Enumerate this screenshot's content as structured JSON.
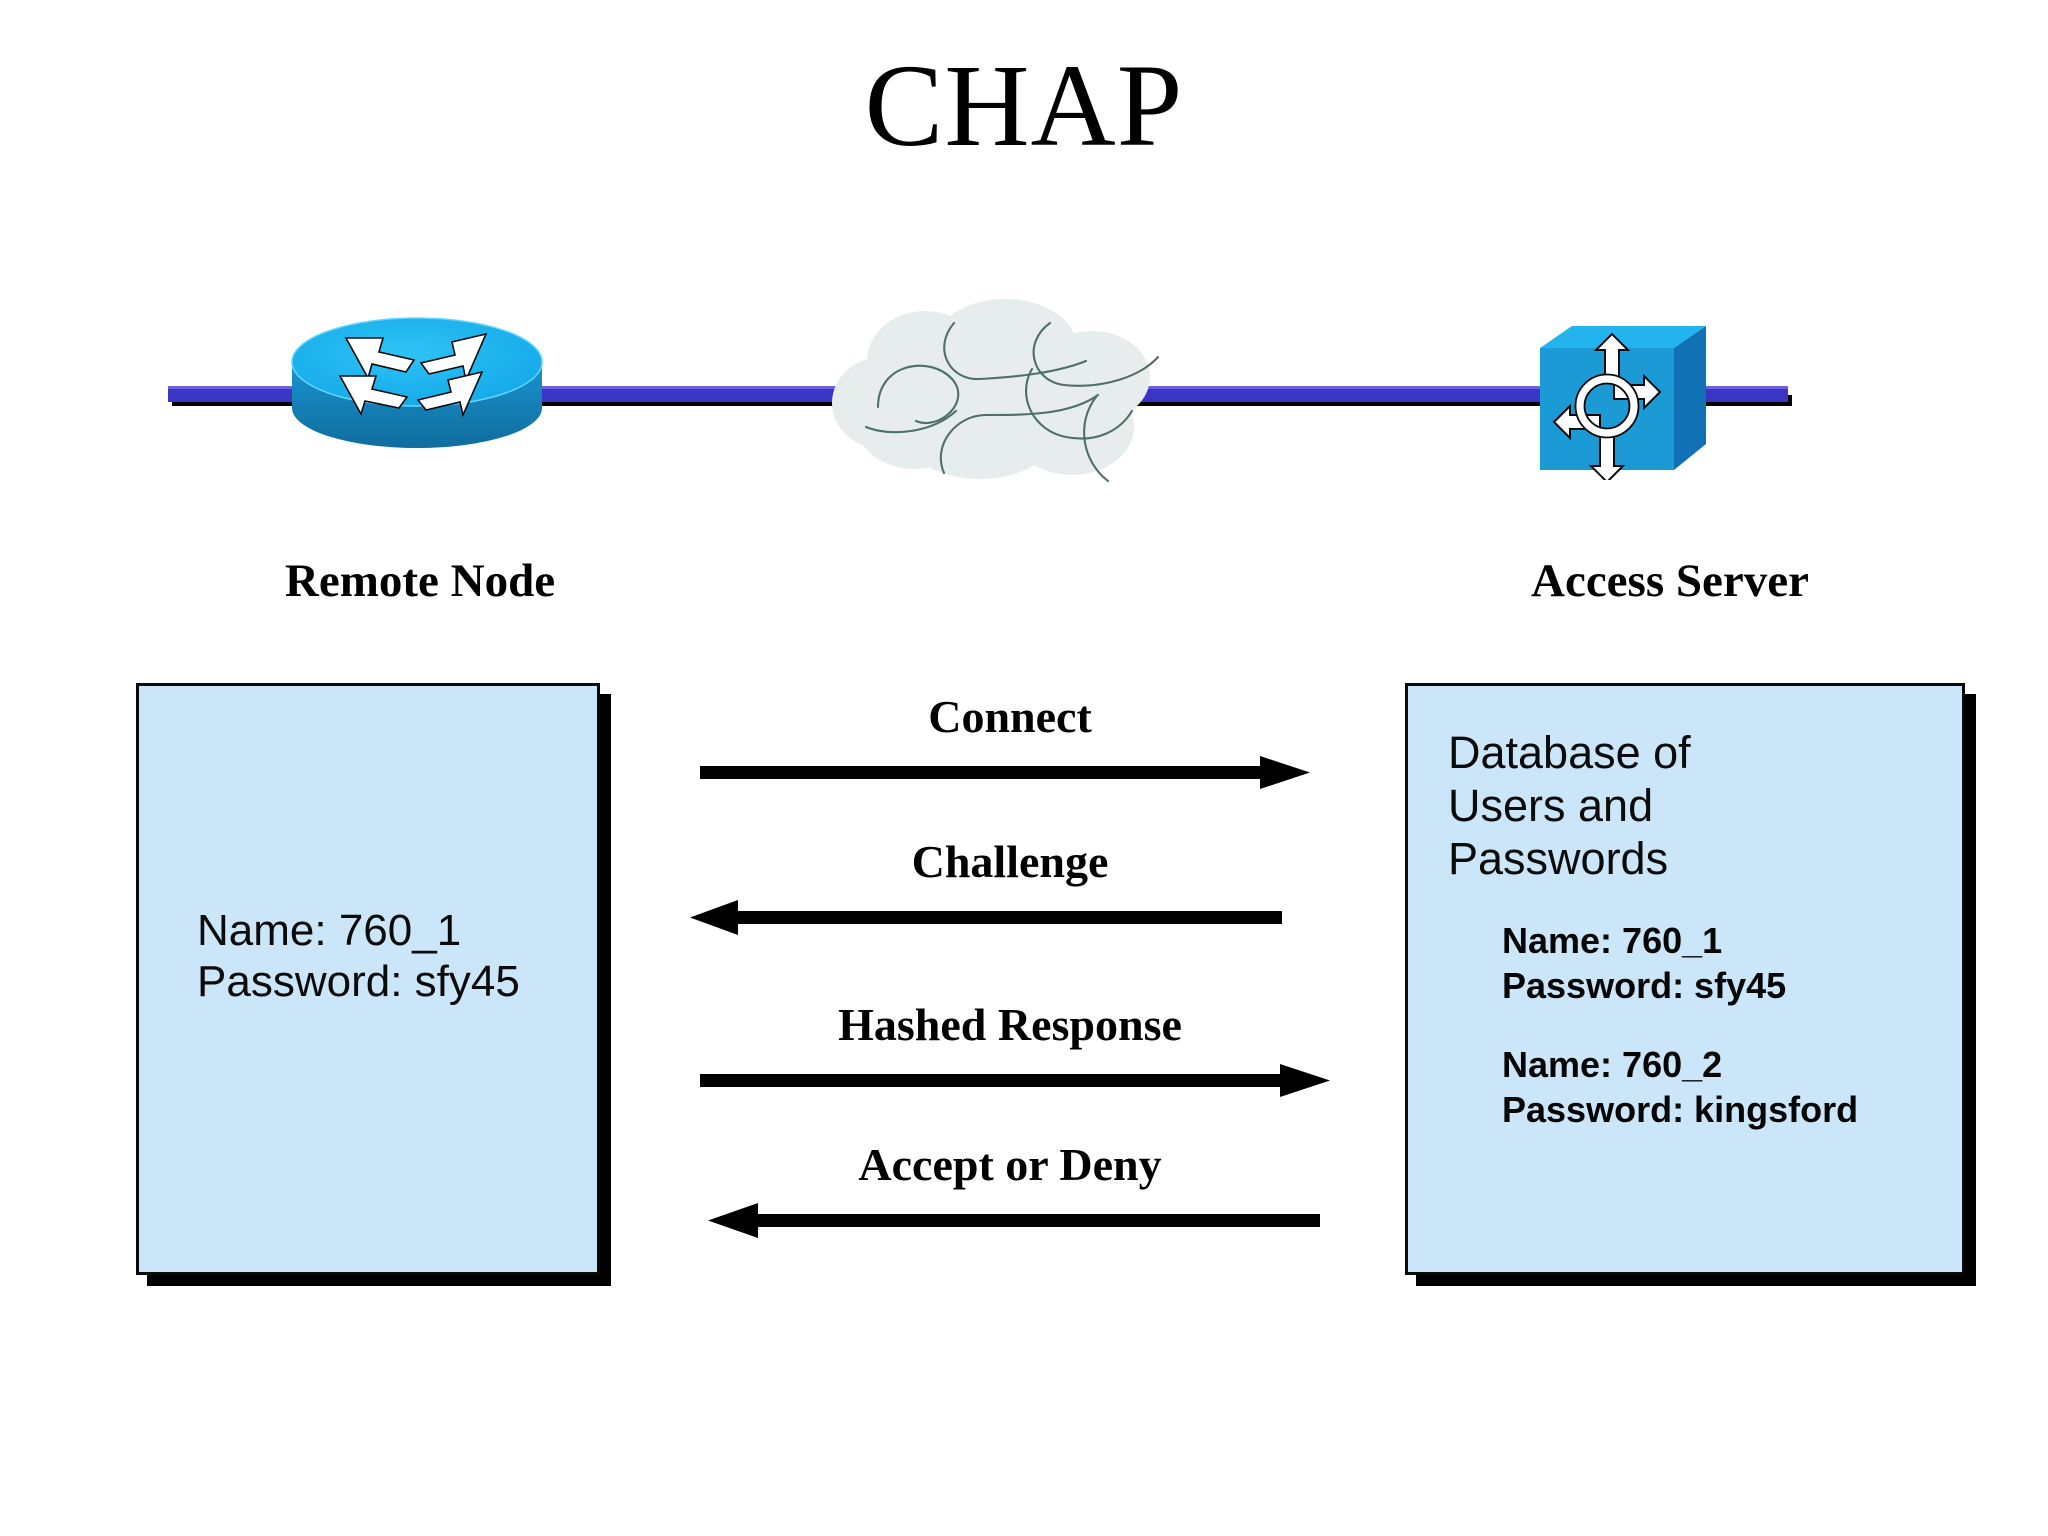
{
  "title": "CHAP",
  "topology": {
    "left_device": {
      "icon": "router-icon",
      "caption": "Remote Node"
    },
    "middle_device": {
      "icon": "network-cloud-icon",
      "caption": ""
    },
    "right_device": {
      "icon": "access-server-switch-icon",
      "caption": "Access Server"
    },
    "link_color": "#3b35c4"
  },
  "remote_panel": {
    "name_line": "Name: 760_1",
    "password_line": "Password: sfy45",
    "fill_color": "#cbe6f9"
  },
  "server_panel": {
    "heading_line1": "Database of",
    "heading_line2": "Users and",
    "heading_line3": "Passwords",
    "fill_color": "#cbe6f9",
    "entries": [
      {
        "name": "Name: 760_1",
        "password": "Password: sfy45"
      },
      {
        "name": "Name: 760_2",
        "password": "Password: kingsford"
      }
    ]
  },
  "messages": [
    {
      "label": "Connect",
      "direction": "right"
    },
    {
      "label": "Challenge",
      "direction": "left"
    },
    {
      "label": "Hashed Response",
      "direction": "right"
    },
    {
      "label": "Accept or Deny",
      "direction": "left"
    }
  ]
}
